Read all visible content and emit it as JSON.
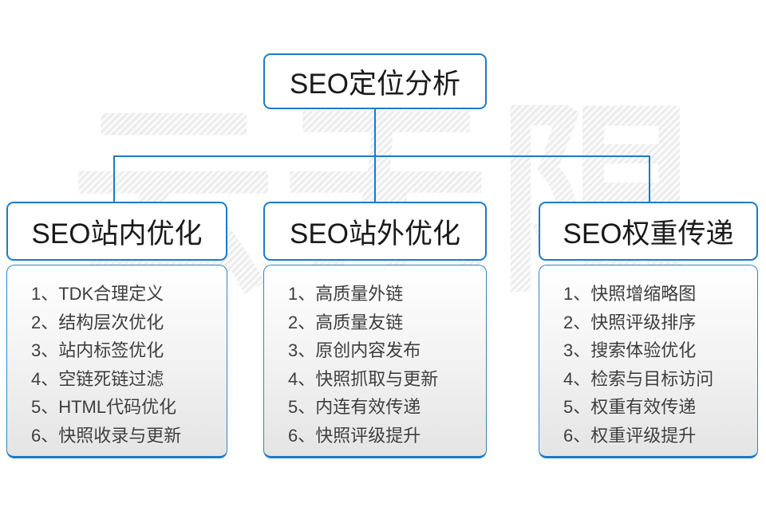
{
  "diagram": {
    "root": {
      "title": "SEO定位分析"
    },
    "watermark_text": "云无限",
    "columns": [
      {
        "title": "SEO站内优化",
        "items": [
          "1、TDK合理定义",
          "2、结构层次优化",
          "3、站内标签优化",
          "4、空链死链过滤",
          "5、HTML代码优化",
          "6、快照收录与更新"
        ]
      },
      {
        "title": "SEO站外优化",
        "items": [
          "1、高质量外链",
          "2、高质量友链",
          "3、原创内容发布",
          "4、快照抓取与更新",
          "5、内连有效传递",
          "6、快照评级提升"
        ]
      },
      {
        "title": "SEO权重传递",
        "items": [
          "1、快照增缩略图",
          "2、快照评级排序",
          "3、搜索体验优化",
          "4、检索与目标访问",
          "5、权重有效传递",
          "6、权重评级提升"
        ]
      }
    ],
    "colors": {
      "accent_blue": "#1e7ac4",
      "text_dark": "#1a1a1a",
      "list_text": "#3c3c3c",
      "watermark_gray": "#ececec",
      "list_bg_bottom": "#e4e4e4"
    }
  }
}
